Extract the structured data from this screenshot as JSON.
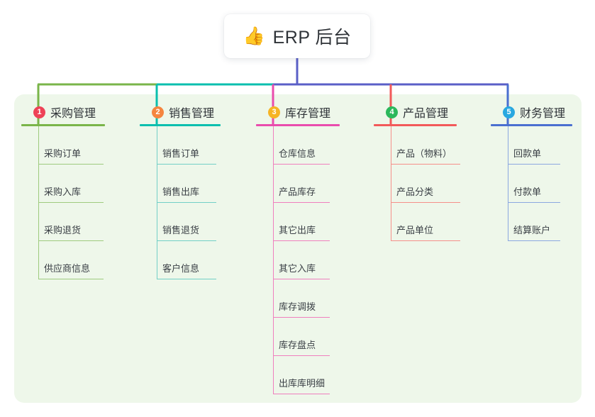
{
  "root": {
    "icon": "thumbs-up-icon",
    "emoji": "👍",
    "title": "ERP 后台"
  },
  "panel": {
    "background_color": "#eef7ea"
  },
  "bus": {
    "segments": [
      {
        "color": "#7ab54a"
      },
      {
        "color": "#0bbfae"
      },
      {
        "color": "#5a5fc7"
      }
    ]
  },
  "columns": [
    {
      "number": "1",
      "title": "采购管理",
      "badge_color": "#ee4257",
      "line_color": "#7ab54a",
      "rule_color": "#7ab54a",
      "leaf_color": "#9ecb7e",
      "items": [
        {
          "label": "采购订单"
        },
        {
          "label": "采购入库"
        },
        {
          "label": "采购退货"
        },
        {
          "label": "供应商信息"
        }
      ]
    },
    {
      "number": "2",
      "title": "销售管理",
      "badge_color": "#f5853f",
      "line_color": "#0bbfae",
      "rule_color": "#0bbfae",
      "leaf_color": "#72cfc6",
      "items": [
        {
          "label": "销售订单"
        },
        {
          "label": "销售出库"
        },
        {
          "label": "销售退货"
        },
        {
          "label": "客户信息"
        }
      ]
    },
    {
      "number": "3",
      "title": "库存管理",
      "badge_color": "#f6b425",
      "line_color": "#e94cad",
      "rule_color": "#e94cad",
      "leaf_color": "#ef7fbe",
      "items": [
        {
          "label": "仓库信息"
        },
        {
          "label": "产品库存"
        },
        {
          "label": "其它出库"
        },
        {
          "label": "其它入库"
        },
        {
          "label": "库存调拨"
        },
        {
          "label": "库存盘点"
        },
        {
          "label": "出库库明细"
        }
      ]
    },
    {
      "number": "4",
      "title": "产品管理",
      "badge_color": "#2cb85c",
      "line_color": "#f25a5a",
      "rule_color": "#f25a5a",
      "leaf_color": "#f58f8a",
      "items": [
        {
          "label": "产品（物料）"
        },
        {
          "label": "产品分类"
        },
        {
          "label": "产品单位"
        }
      ]
    },
    {
      "number": "5",
      "title": "财务管理",
      "badge_color": "#29a8e0",
      "line_color": "#4a6fd0",
      "rule_color": "#4a6fd0",
      "leaf_color": "#8ba7e0",
      "items": [
        {
          "label": "回款单"
        },
        {
          "label": "付款单"
        },
        {
          "label": "结算账户"
        }
      ]
    }
  ]
}
